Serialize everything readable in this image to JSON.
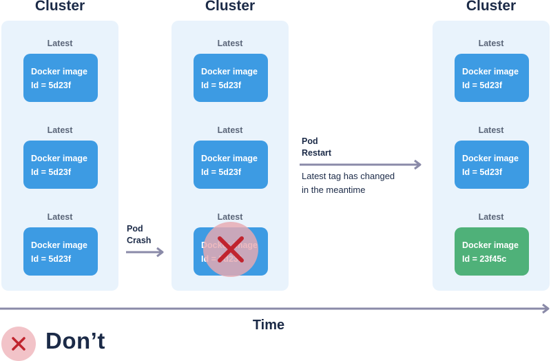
{
  "clusters": [
    {
      "title": "Cluster",
      "pods": [
        {
          "tag": "Latest",
          "line1": "Docker image",
          "line2": "Id = 5d23f"
        },
        {
          "tag": "Latest",
          "line1": "Docker image",
          "line2": "Id = 5d23f"
        },
        {
          "tag": "Latest",
          "line1": "Docker image",
          "line2": "Id = 5d23f"
        }
      ]
    },
    {
      "title": "Cluster",
      "pods": [
        {
          "tag": "Latest",
          "line1": "Docker image",
          "line2": "Id = 5d23f"
        },
        {
          "tag": "Latest",
          "line1": "Docker image",
          "line2": "Id = 5d23f"
        },
        {
          "tag": "Latest",
          "line1": "Docker image",
          "line2": "Id = 5d23f",
          "crashed": true
        }
      ]
    },
    {
      "title": "Cluster",
      "pods": [
        {
          "tag": "Latest",
          "line1": "Docker image",
          "line2": "Id = 5d23f"
        },
        {
          "tag": "Latest",
          "line1": "Docker image",
          "line2": "Id = 5d23f"
        },
        {
          "tag": "Latest",
          "line1": "Docker image",
          "line2": "Id = 23f45c",
          "changed": true
        }
      ]
    }
  ],
  "transitions": {
    "crash": {
      "line1": "Pod",
      "line2": "Crash"
    },
    "restart": {
      "line1": "Pod",
      "line2": "Restart",
      "note_line1": "Latest tag has changed",
      "note_line2": "in the meantime"
    }
  },
  "time_label": "Time",
  "verdict": {
    "label": "Don’t",
    "icon": "x-mark-icon"
  },
  "colors": {
    "cluster_bg": "#e9f3fc",
    "card_blue": "#3d9be3",
    "card_green": "#4fb179",
    "arrow": "#8a8aa8",
    "crash_circle": "#e8a9b1",
    "crash_x": "#c0242e",
    "text_dark": "#1b2a47"
  }
}
